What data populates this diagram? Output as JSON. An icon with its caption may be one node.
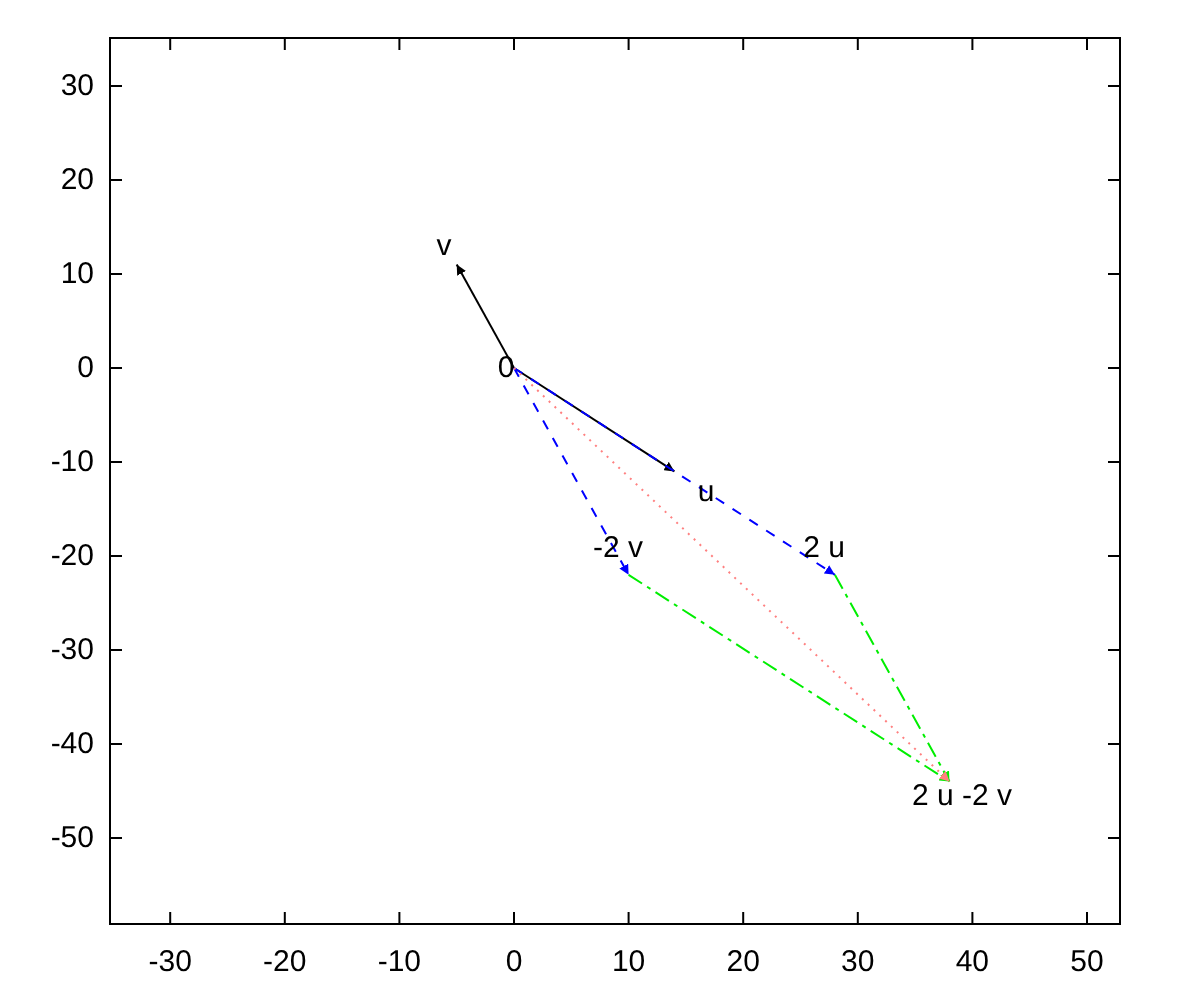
{
  "diagram": {
    "nodes": [
      {
        "text": [
          "0"
        ]
      },
      {
        "text": [
          "v"
        ]
      },
      {
        "text": [
          "u"
        ]
      },
      {
        "text": [
          "-2 v"
        ]
      },
      {
        "text": [
          "2 u"
        ]
      },
      {
        "text": [
          "2 u -2 v"
        ]
      }
    ],
    "edges": [
      {
        "from": 0,
        "to": 1,
        "arrow": "to"
      },
      {
        "from": 0,
        "to": 2,
        "arrow": "to"
      },
      {
        "from": 0,
        "to": 4,
        "arrow": "to",
        "style": "dashed",
        "color": "#0000ff"
      },
      {
        "from": 0,
        "to": 3,
        "arrow": "to",
        "style": "dashed",
        "color": "#0000ff"
      },
      {
        "from": 4,
        "to": 5,
        "arrow": "to",
        "style": "dashed",
        "color": "#00ee00"
      },
      {
        "from": 3,
        "to": 5,
        "arrow": "to",
        "style": "dashed",
        "color": "#00ee00"
      },
      {
        "from": 0,
        "to": 5,
        "arrow": "to",
        "style": "dashed",
        "color": "#ff8080"
      }
    ],
    "labels": [
      "30",
      "20",
      "10",
      "0",
      "-10",
      "-20",
      "-30",
      "-40",
      "-50",
      "-30",
      "-20",
      "-10",
      "0",
      "10",
      "20",
      "30",
      "40",
      "50"
    ]
  }
}
